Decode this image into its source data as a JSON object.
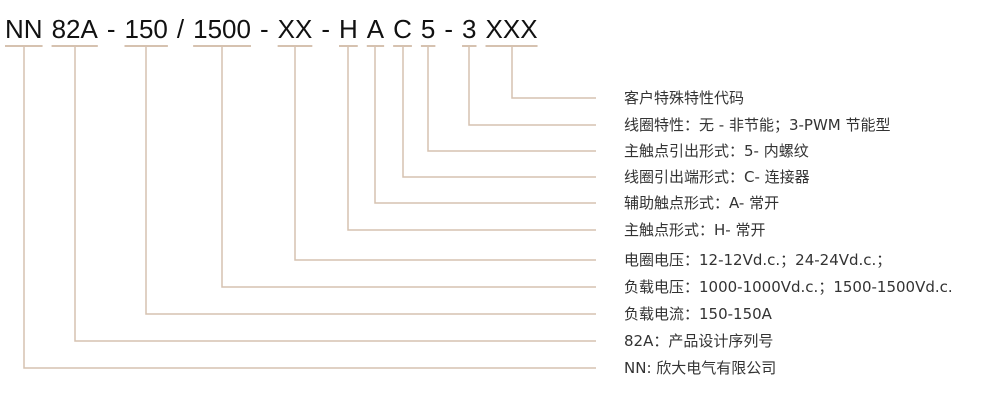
{
  "code_segments": [
    "NN",
    "82A",
    "-",
    "150",
    "/",
    "1500",
    "-",
    "XX",
    "-",
    "H",
    "A",
    "C",
    "5",
    "-",
    "3",
    "XXX"
  ],
  "explanations": [
    "客户特殊特性代码",
    "线圈特性：无 - 非节能；3-PWM 节能型",
    "主触点引出形式：5- 内螺纹",
    "线圈引出端形式：C- 连接器",
    "辅助触点形式：A- 常开",
    "主触点形式：H- 常开",
    "电圈电压：12-12Vd.c.；24-24Vd.c.；",
    "负载电压：1000-1000Vd.c.；1500-1500Vd.c.",
    "负载电流：150-150A",
    "82A：产品设计序列号",
    "NN: 欣大电气有限公司"
  ],
  "colors": {
    "leader": "#d6c2b0",
    "text": "#333333",
    "code": "#111111"
  }
}
